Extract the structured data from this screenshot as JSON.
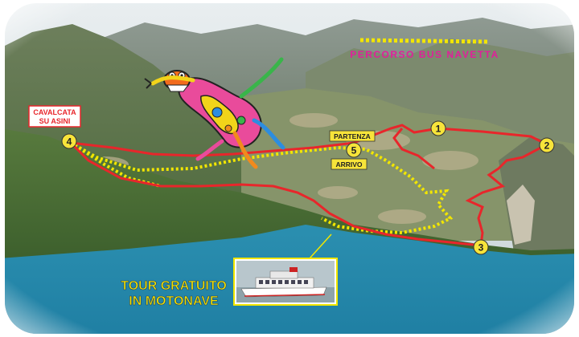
{
  "legend": {
    "shuttle_route_label": "PERCORSO BUS NAVETTA",
    "shuttle_color": "#f2e600",
    "shuttle_label_color": "#e0209a"
  },
  "route": {
    "color": "#e8262b",
    "markers": [
      {
        "number": "1"
      },
      {
        "number": "2"
      },
      {
        "number": "3"
      },
      {
        "number": "4"
      },
      {
        "number": "5"
      }
    ],
    "marker_color": "#f7e43a"
  },
  "labels": {
    "donkey_ride_line1": "CAVALCATA",
    "donkey_ride_line2": "SU ASINI",
    "start": "PARTENZA",
    "arrival": "ARRIVO"
  },
  "boat_tour": {
    "line1": "TOUR GRATUITO",
    "line2": "IN MOTONAVE",
    "text_color": "#f5e200"
  },
  "icons": {
    "mascot": "running-lizard-mascot",
    "boat": "motorboat-photo"
  }
}
